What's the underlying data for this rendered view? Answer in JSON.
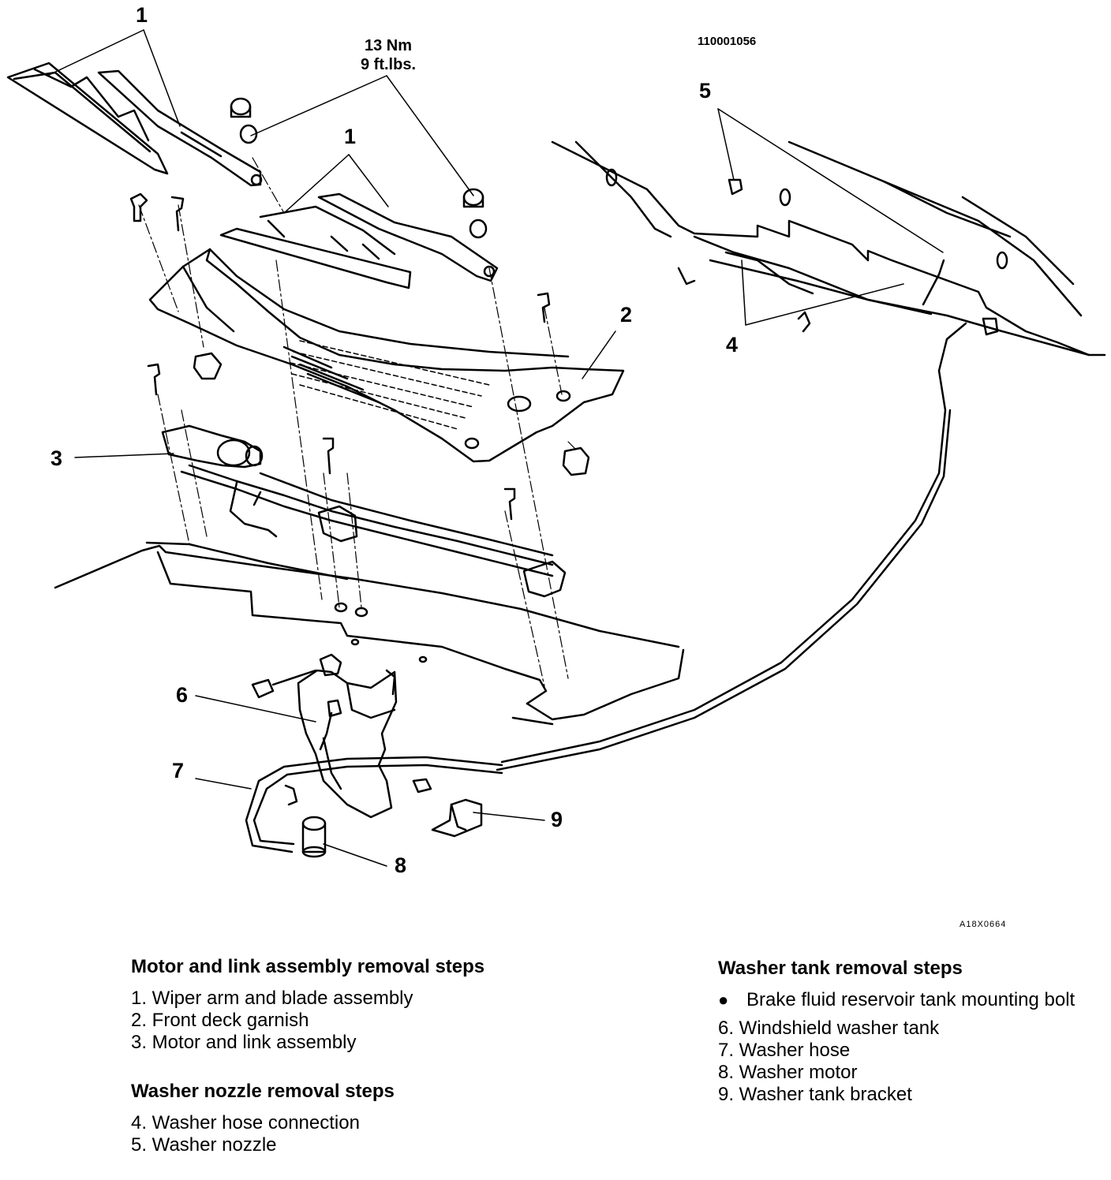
{
  "torque_spec": {
    "line1": "13 Nm",
    "line2": "9 ft.lbs."
  },
  "figure_code": "110001056",
  "image_code": "A18X0664",
  "callouts": {
    "c1a": "1",
    "c1b": "1",
    "c2": "2",
    "c3": "3",
    "c4": "4",
    "c5": "5",
    "c6": "6",
    "c7": "7",
    "c8": "8",
    "c9": "9"
  },
  "motor_link_section": {
    "title": "Motor and link assembly removal steps",
    "items": [
      "1. Wiper arm and blade assembly",
      "2. Front deck garnish",
      "3. Motor and link assembly"
    ]
  },
  "washer_nozzle_section": {
    "title": "Washer nozzle removal steps",
    "items": [
      "4. Washer hose connection",
      "5. Washer nozzle"
    ]
  },
  "washer_tank_section": {
    "title": "Washer tank removal steps",
    "bullet_item": "Brake fluid reservoir tank mounting bolt",
    "items": [
      "6. Windshield washer tank",
      "7. Washer hose",
      "8. Washer motor",
      "9. Washer tank bracket"
    ]
  }
}
